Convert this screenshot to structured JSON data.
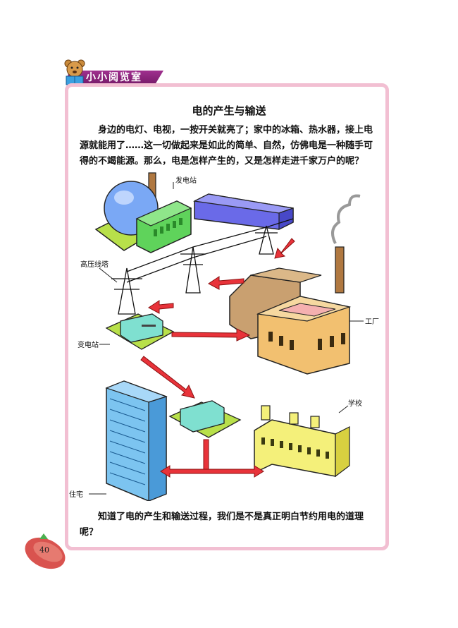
{
  "header": {
    "label": "小小阅览室"
  },
  "article": {
    "title": "电的产生与输送",
    "intro": "身边的电灯、电视，一按开关就亮了；家中的冰箱、热水器，接上电源就能用了……这一切做起来是如此的简单、自然，仿佛电是一种随手可得的不竭能源。那么，电是怎样产生的，又是怎样走进千家万户的呢？",
    "closing": "知道了电的产生和输送过程，我们是不是真正明白节约用电的道理呢？"
  },
  "diagram": {
    "labels": {
      "power_station": "发电站",
      "high_voltage_tower": "高压线塔",
      "factory": "工厂",
      "substation": "变电站",
      "school": "学校",
      "residence": "住宅"
    },
    "colors": {
      "arrow": "#e8333a",
      "ground": "#b8e04a",
      "building_green": "#5fd35b",
      "building_blue": "#7cc4f0",
      "factory": "#f2c070",
      "school": "#f4f07a"
    }
  },
  "footer": {
    "page_number": "40"
  }
}
